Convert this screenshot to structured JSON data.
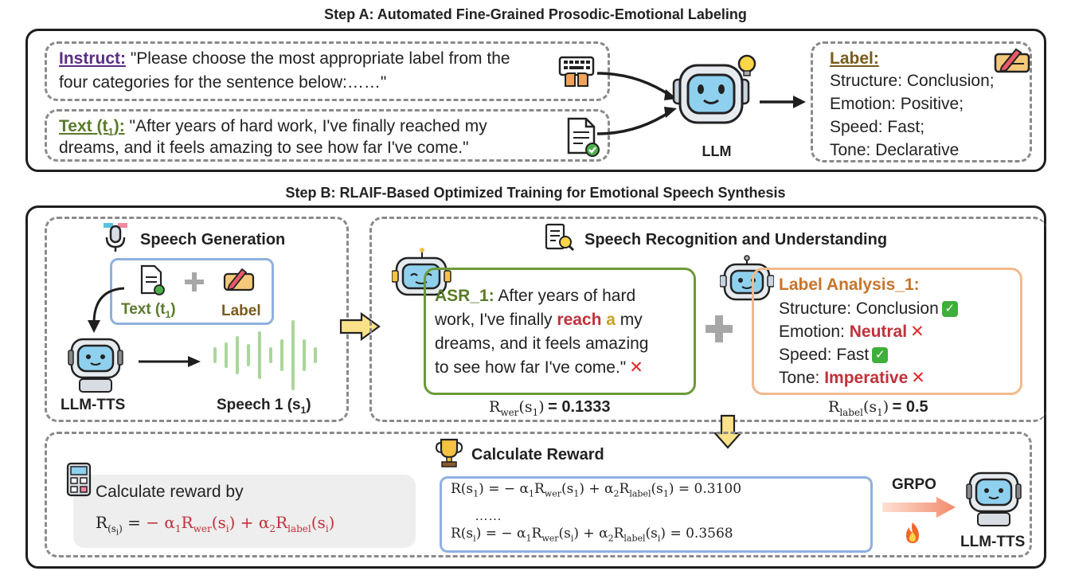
{
  "step_a": {
    "title": "Step A: Automated Fine-Grained Prosodic-Emotional Labeling",
    "instruct_label": "Instruct:",
    "instruct_text_1": "\"Please choose the most appropriate label from the",
    "instruct_text_2": "four categories for the sentence below:……\"",
    "text_label": "Text",
    "text_sub": "(t",
    "text_sub_idx": "1",
    "text_sub_close": "):",
    "text_1": "\"After years of hard work, I've finally reached my",
    "text_2": "dreams, and it feels amazing to see how far I've come.\"",
    "llm_label": "LLM",
    "label_title": "Label:",
    "labels": [
      "Structure: Conclusion;",
      "Emotion: Positive;",
      "Speed: Fast;",
      "Tone: Declarative"
    ]
  },
  "step_b": {
    "title": "Step B: RLAIF-Based Optimized Training for Emotional Speech Synthesis",
    "speech_gen_title": "Speech Generation",
    "text_t1": "Text (t",
    "text_t1_idx": "1",
    "text_t1_close": ")",
    "label": "Label",
    "llm_tts": "LLM-TTS",
    "speech_1": "Speech 1 (s",
    "speech_1_idx": "1",
    "speech_1_close": ")",
    "sru_title": "Speech Recognition and Understanding",
    "asr_label": "ASR_1:",
    "asr_line1": " After years of hard",
    "asr_line2_a": "work, I've finally ",
    "asr_reach": "reach",
    "asr_a": " a",
    "asr_line2_b": " my",
    "asr_line3": "dreams, and it feels amazing",
    "asr_line4": "to see how far I've come.\"",
    "wer_value": "= 0.1333",
    "la_title": "Label Analysis_1:",
    "la_items": [
      {
        "key": "Structure: ",
        "val": "Conclusion",
        "ok": true
      },
      {
        "key": "Emotion: ",
        "val": "Neutral",
        "ok": false
      },
      {
        "key": "Speed: ",
        "val": "Fast",
        "ok": true
      },
      {
        "key": "Tone: ",
        "val": "Imperative",
        "ok": false
      }
    ],
    "label_value": "= 0.5",
    "reward_title": "Calculate Reward",
    "calc_by": "Calculate reward by",
    "formula_1_val": "= 0.3100",
    "formula_dots": "……",
    "formula_2_val": "= 0.3568",
    "grpo": "GRPO",
    "llm_tts_2": "LLM-TTS"
  }
}
